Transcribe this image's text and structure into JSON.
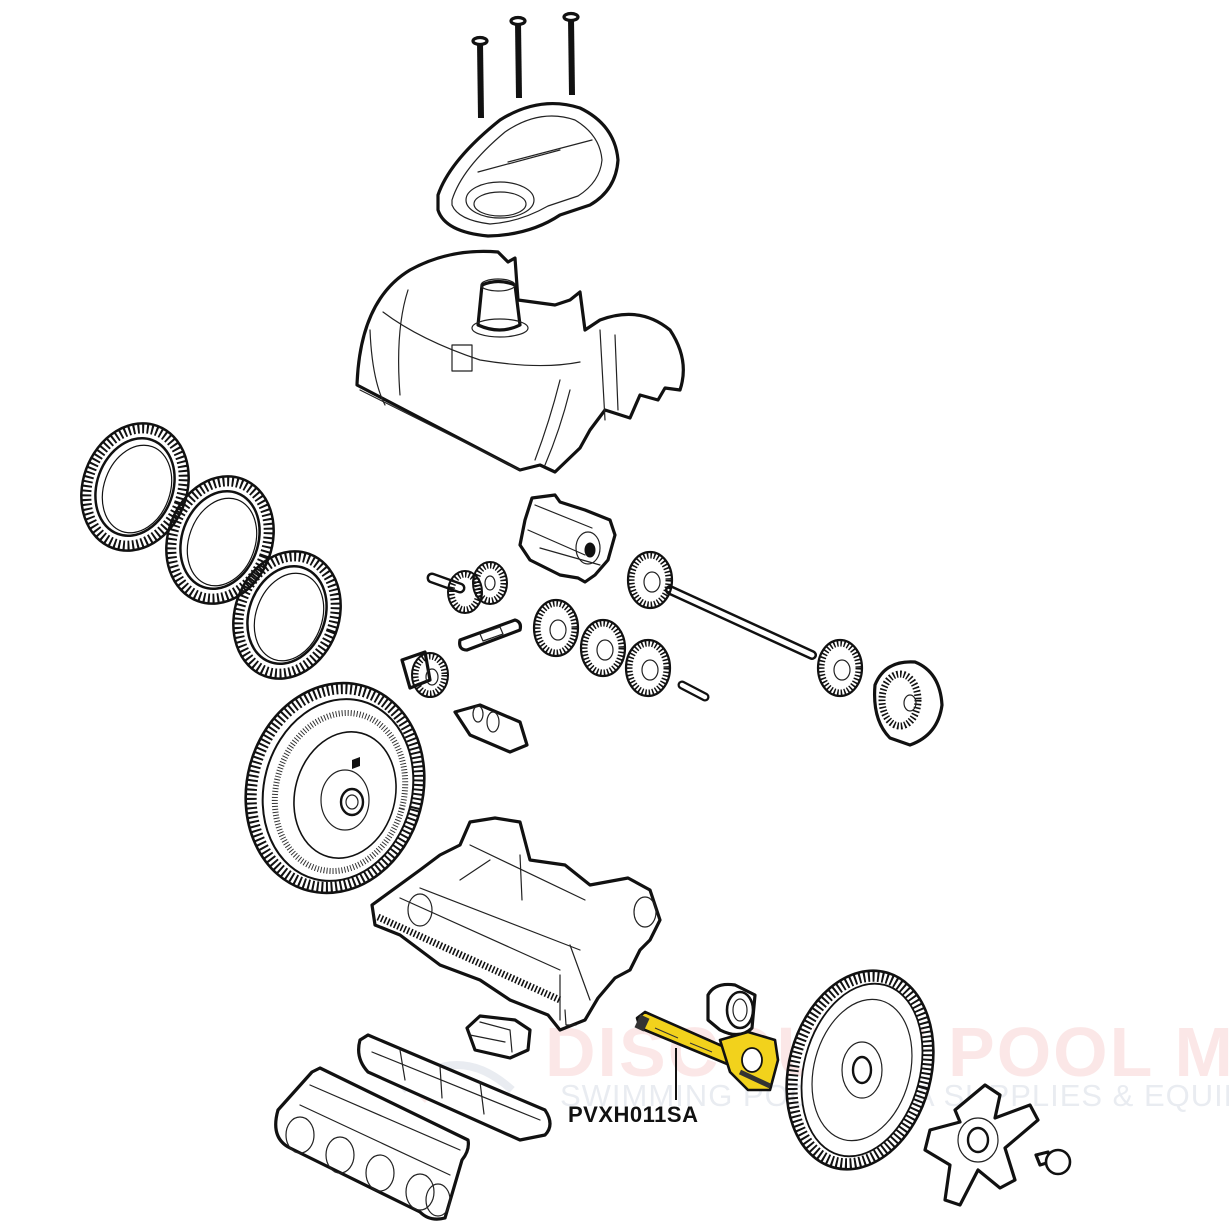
{
  "diagram": {
    "title": "Pool cleaner exploded parts diagram",
    "highlight_color": "#f2d21c",
    "outline_color": "#111111",
    "callouts": [
      {
        "part_number": "PVXH011SA",
        "target": "axle-with-bearing-arm"
      }
    ],
    "watermark": {
      "brand": "DISCOUNT POOL MART",
      "tagline": "SWIMMING POOL & SPA SUPPLIES & EQUIPMENT"
    },
    "parts": [
      "screw",
      "screw",
      "screw",
      "top-cover",
      "body-hood",
      "tire",
      "tire",
      "tire",
      "turbine",
      "gear-pair",
      "gear-cluster",
      "bracket",
      "idler-gear",
      "drive-gear",
      "drive-gear",
      "drive-gear",
      "axle-rod",
      "axle-gear",
      "pin",
      "hub-cap",
      "pinion-shaft",
      "wheel-left",
      "chassis",
      "bushing",
      "axle-with-bearing-arm",
      "wheel-right",
      "spoke-hub",
      "hub-button",
      "latch",
      "skirt",
      "roller-skirt"
    ]
  }
}
